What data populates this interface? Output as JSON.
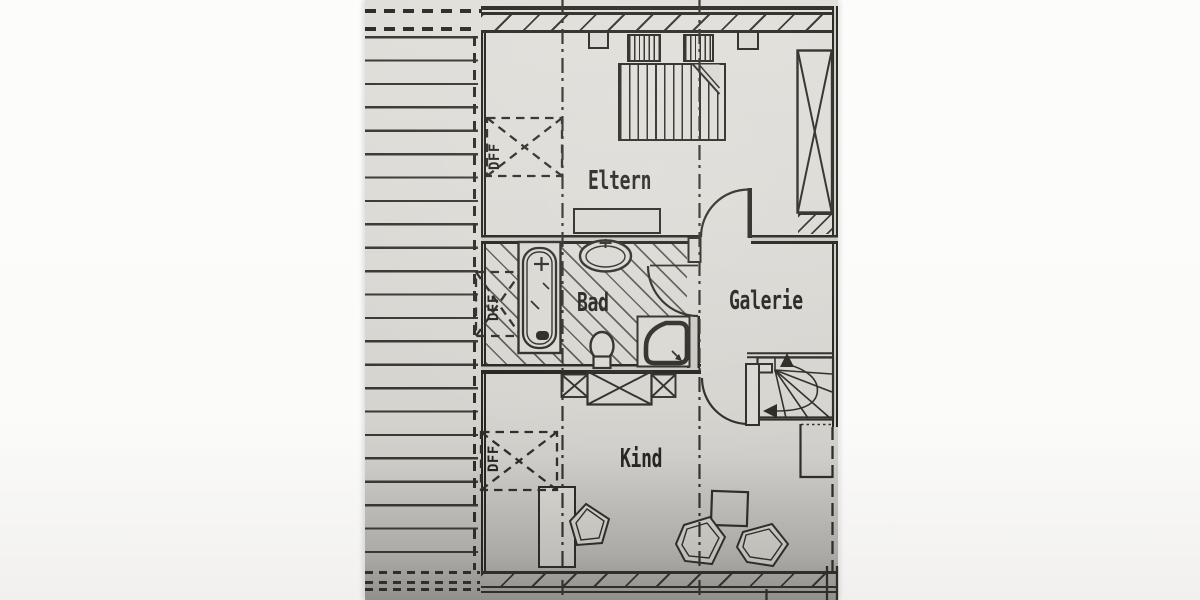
{
  "labels": {
    "rooms": [
      {
        "id": "eltern",
        "label": "Eltern"
      },
      {
        "id": "bad",
        "label": "Bad"
      },
      {
        "id": "galerie",
        "label": "Galerie"
      },
      {
        "id": "kind",
        "label": "Kind"
      }
    ],
    "skylights": [
      {
        "label": "DFF"
      },
      {
        "label": "DFF"
      },
      {
        "label": "DFF"
      }
    ]
  },
  "icons": {
    "fixtures": [
      "bed",
      "pillow",
      "nightstand",
      "dresser",
      "bathtub",
      "washbasin",
      "toilet",
      "shower",
      "door-swing",
      "winder-stairs",
      "chimney",
      "wardrobe-cross-box",
      "desk",
      "chair",
      "table",
      "roof-window-dff",
      "roof-hatching",
      "section-line"
    ]
  },
  "colors": {
    "paper": "#dcdad5",
    "ink": "#2e2c26",
    "margin": "#fcfcfb"
  }
}
